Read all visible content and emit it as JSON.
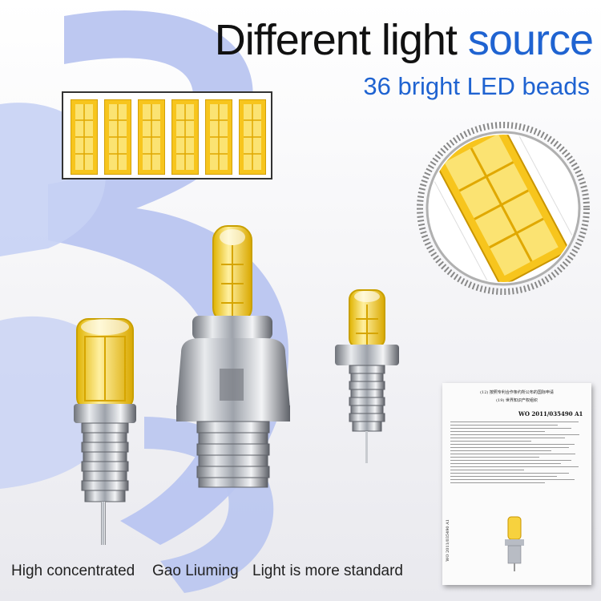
{
  "title": {
    "part1": "Different light",
    "part2": "source"
  },
  "subtitle": "36 bright LED beads",
  "colors": {
    "accent_blue": "#1f63d1",
    "background_deco": "#b9c5f0",
    "led_yellow": "#f7d23e",
    "metal": "#b8bcc4"
  },
  "captions": [
    "High concentrated",
    "Gao Liuming",
    "Light is more standard"
  ],
  "patent_document": {
    "header": "(12) 按照专利合作条约所公布的国际申请",
    "subheader": "(19) 世界知识产权组织",
    "publication_number": "WO 2011/035490 A1",
    "side_text": "WO 2011/035490 A1"
  },
  "chip_count": 6
}
